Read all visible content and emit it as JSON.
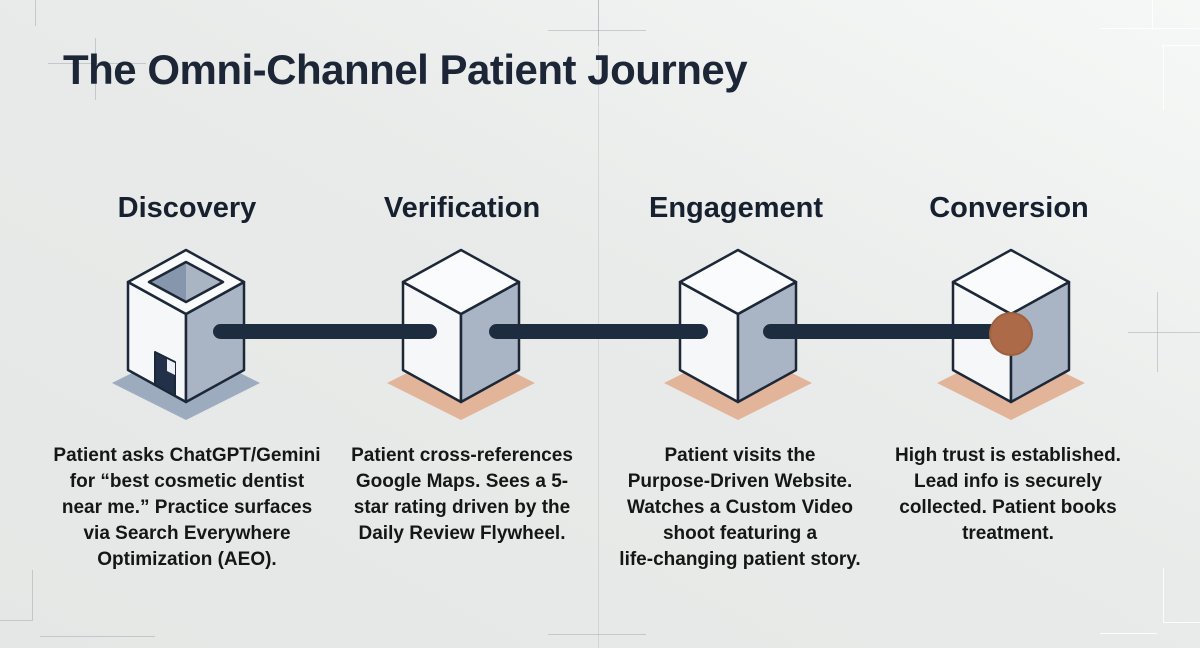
{
  "title": "The Omni-Channel Patient Journey",
  "stages": [
    {
      "label": "Discovery",
      "icon": "open-box-icon",
      "description": "Patient asks ChatGPT/Gemini\nfor “best cosmetic dentist\nnear me.” Practice surfaces\nvia Search Everywhere\nOptimization (AEO).",
      "shadow_color": "#9dabbf"
    },
    {
      "label": "Verification",
      "icon": "cube-icon",
      "description": "Patient cross-references\nGoogle Maps. Sees a 5-\nstar rating driven by the\nDaily Review Flywheel.",
      "shadow_color": "#e2b49a"
    },
    {
      "label": "Engagement",
      "icon": "cube-icon",
      "description": "Patient visits the\nPurpose-Driven Website.\nWatches a Custom Video\nshoot featuring a\nlife-changing patient story.",
      "shadow_color": "#e2b49a"
    },
    {
      "label": "Conversion",
      "icon": "cube-with-node-icon",
      "description": "High trust is established.\nLead info is securely\ncollected. Patient books\ntreatment.",
      "shadow_color": "#e2b49a"
    }
  ],
  "colors": {
    "background": "#e9ebea",
    "title_text": "#1c2637",
    "heading_text": "#17202e",
    "body_text": "#161616",
    "connector": "#1e2c40",
    "cube_outline": "#1c2737",
    "cube_face_light": "#f5f7f9",
    "cube_face_shaded": "#a9b5c5",
    "conversion_node": "#ad6a48",
    "shadow_peach": "#e2b49a",
    "shadow_blue": "#9dabbf"
  }
}
